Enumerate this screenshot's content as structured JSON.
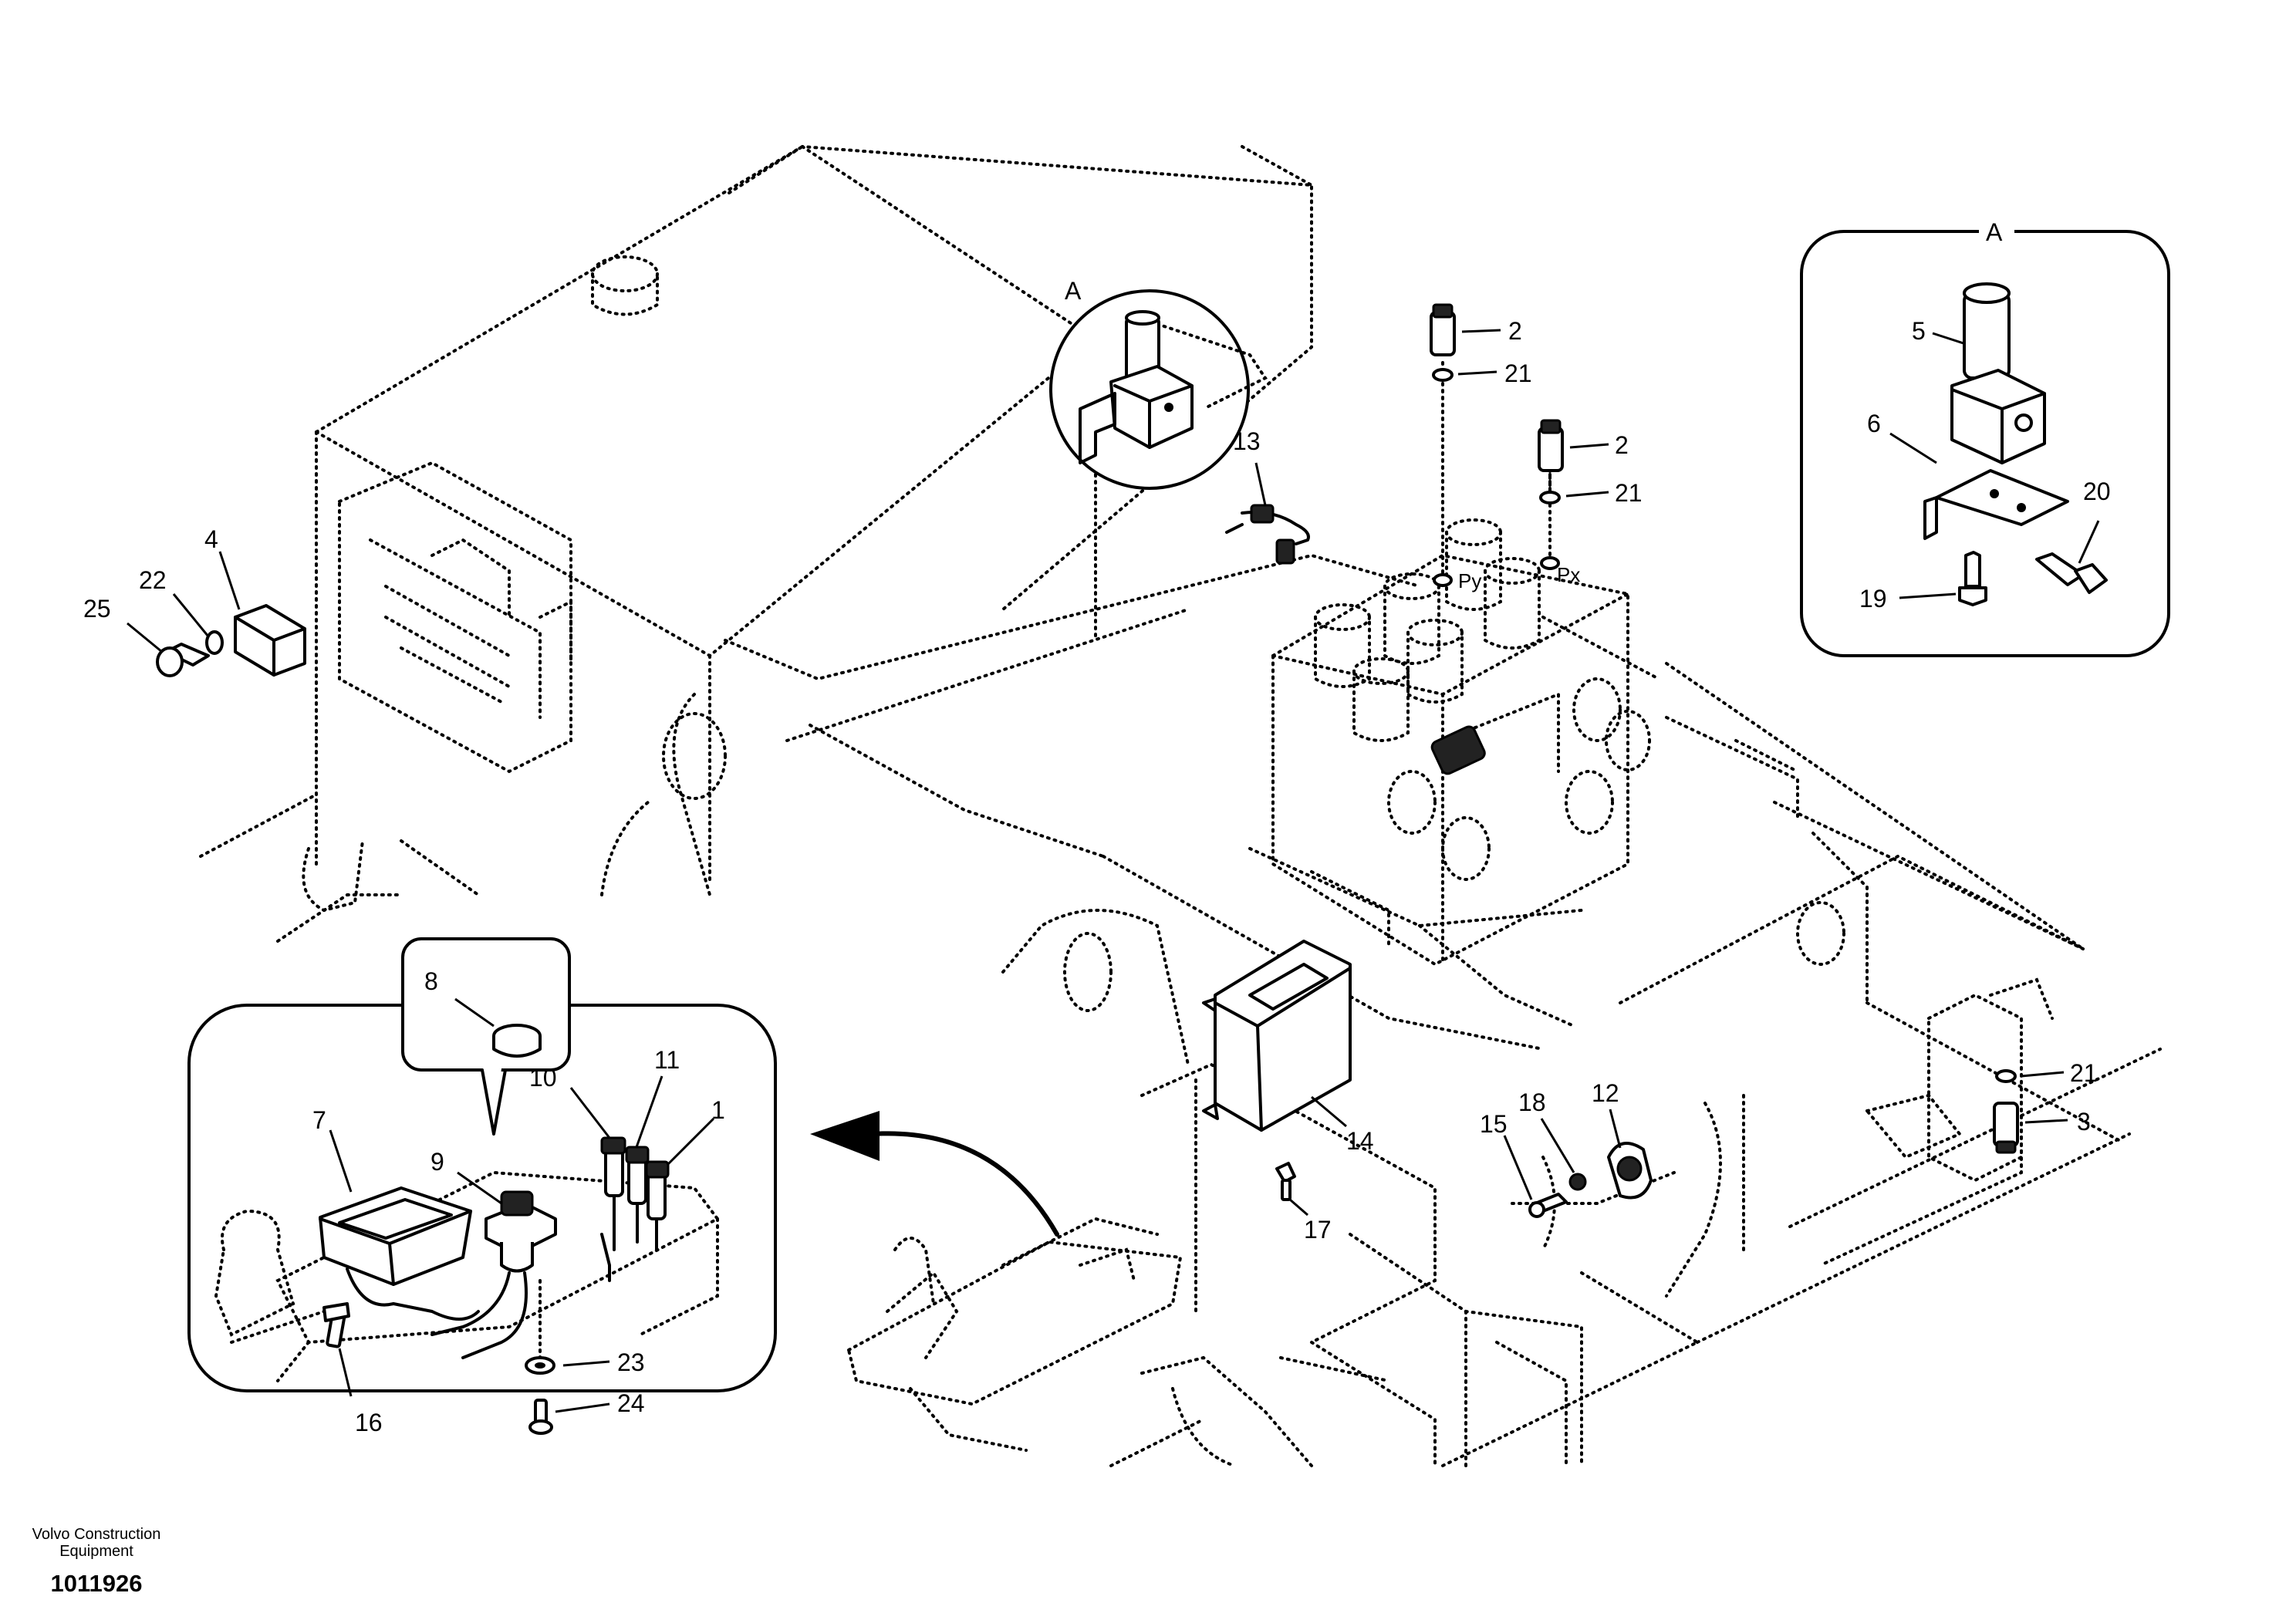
{
  "footer": {
    "company_line1": "Volvo Construction",
    "company_line2": "Equipment",
    "drawing_number": "1011926"
  },
  "detail_view_label": "A",
  "port_labels": {
    "py": "Py",
    "px": "Px"
  },
  "callouts": {
    "c1": "1",
    "c2a": "2",
    "c2b": "2",
    "c3": "3",
    "c4": "4",
    "c5": "5",
    "c6": "6",
    "c7": "7",
    "c8": "8",
    "c9": "9",
    "c10": "10",
    "c11": "11",
    "c12": "12",
    "c13": "13",
    "c14": "14",
    "c15": "15",
    "c16": "16",
    "c17": "17",
    "c18": "18",
    "c19": "19",
    "c20": "20",
    "c21a": "21",
    "c21b": "21",
    "c21c": "21",
    "c22": "22",
    "c23": "23",
    "c24": "24",
    "c25": "25"
  }
}
